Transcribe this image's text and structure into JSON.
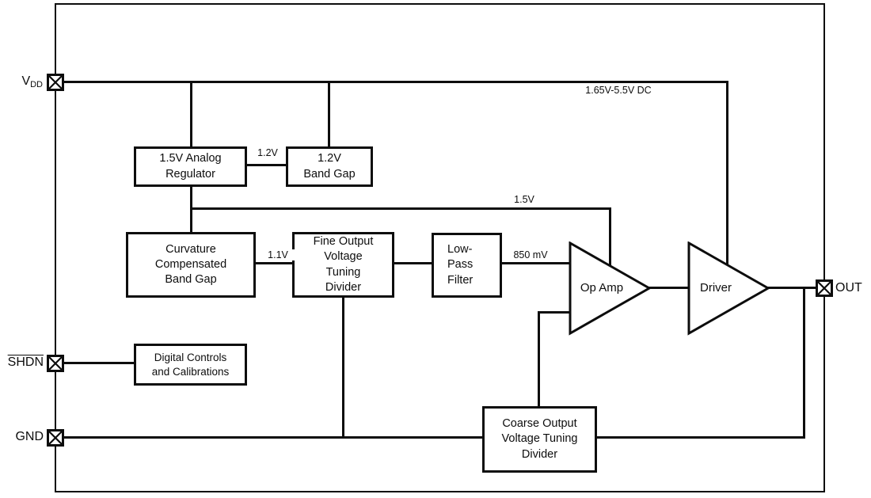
{
  "diagram": {
    "title": "voltage-reference-block-diagram",
    "colors": {
      "line": "#0d0d0d",
      "background": "#ffffff"
    },
    "pins": {
      "vdd": {
        "base": "V",
        "sub": "DD"
      },
      "shdn": {
        "label": "SHDN"
      },
      "gnd": {
        "label": "GND"
      },
      "out": {
        "label": "OUT"
      }
    },
    "blocks": {
      "analog_regulator": {
        "label": "1.5V Analog\nRegulator"
      },
      "band_gap_1v2": {
        "label": "1.2V\nBand Gap"
      },
      "curvature_band_gap": {
        "label": "Curvature\nCompensated\nBand Gap"
      },
      "fine_divider": {
        "label": "Fine Output\nVoltage\nTuning\nDivider"
      },
      "low_pass_filter": {
        "label": "Low-\nPass\nFilter"
      },
      "digital_controls": {
        "label": "Digital Controls\nand Calibrations"
      },
      "coarse_divider": {
        "label": "Coarse Output\nVoltage Tuning\nDivider"
      }
    },
    "amplifiers": {
      "op_amp": {
        "label": "Op Amp"
      },
      "driver": {
        "label": "Driver"
      }
    },
    "wire_labels": {
      "supply_range": "1.65V-5.5V DC",
      "v1_2": "1.2V",
      "v1_5": "1.5V",
      "v1_1": "1.1V",
      "mv850": "850 mV"
    }
  }
}
